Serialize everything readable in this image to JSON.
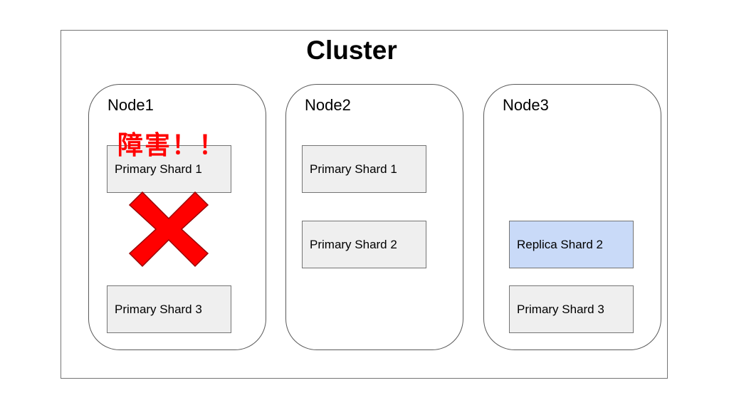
{
  "cluster": {
    "title": "Cluster"
  },
  "nodes": [
    {
      "label": "Node1",
      "shards": [
        {
          "label": "Primary Shard 1",
          "type": "primary"
        },
        {
          "label": "Primary Shard 3",
          "type": "primary"
        }
      ]
    },
    {
      "label": "Node2",
      "shards": [
        {
          "label": "Primary Shard 1",
          "type": "primary"
        },
        {
          "label": "Primary Shard 2",
          "type": "primary"
        }
      ]
    },
    {
      "label": "Node3",
      "shards": [
        {
          "label": "Replica Shard 2",
          "type": "replica"
        },
        {
          "label": "Primary Shard 3",
          "type": "primary"
        }
      ]
    }
  ],
  "failure": {
    "label": "障害！！",
    "icon": "cross-icon",
    "color": "#ff0000"
  },
  "colors": {
    "primary_fill": "#efefef",
    "replica_fill": "#c9daf8",
    "border": "#757575"
  }
}
